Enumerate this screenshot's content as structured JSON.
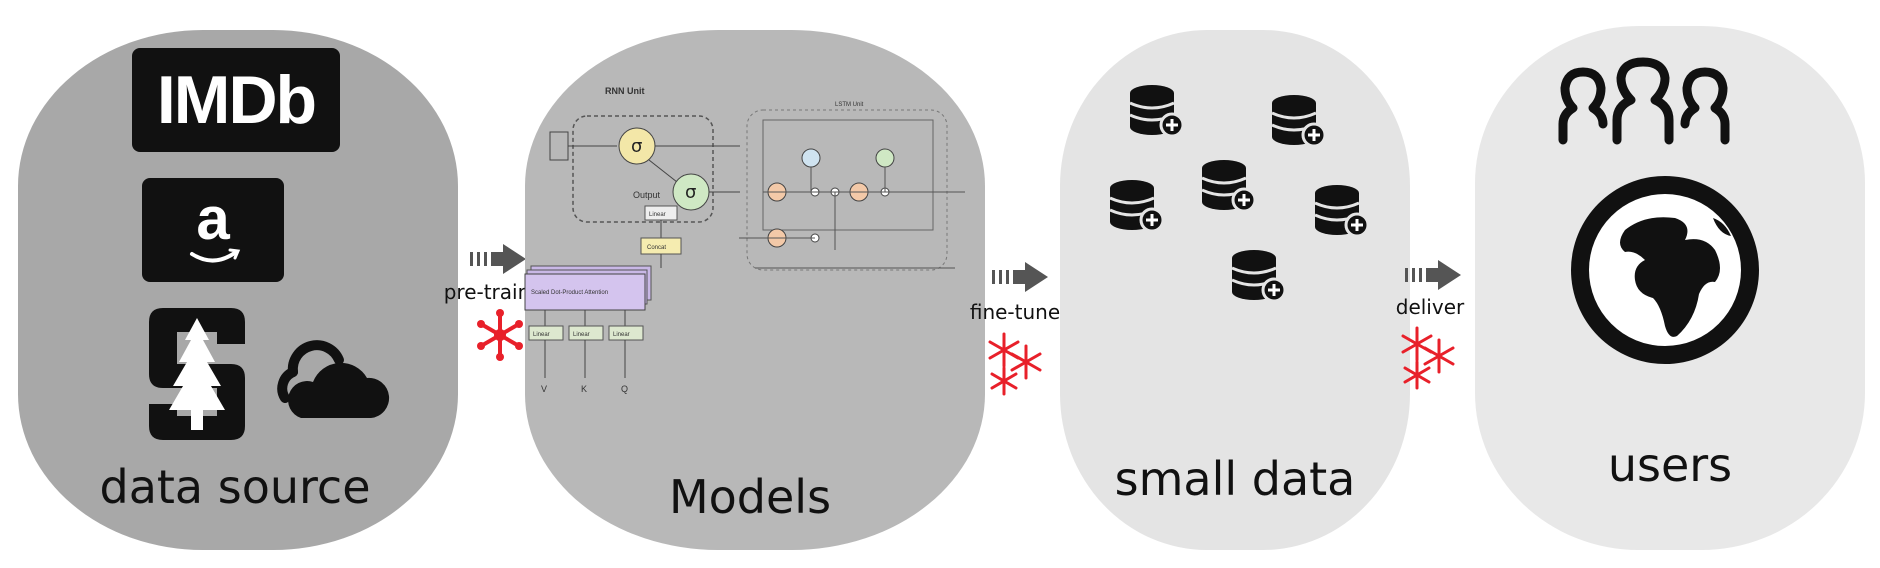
{
  "stages": [
    {
      "label": "data source",
      "logos": {
        "imdb": "IMDb",
        "amazon": "a"
      }
    },
    {
      "label": "Models",
      "rnn_title": "RNN Unit",
      "lstm_title": "LSTM Unit",
      "rnn_output": "Output",
      "sigma": "σ",
      "attention_label": "Scaled Dot-Product Attention",
      "concat": "Concat",
      "linear": "Linear",
      "inputs": [
        "V",
        "K",
        "Q"
      ]
    },
    {
      "label": "small data"
    },
    {
      "label": "users"
    }
  ],
  "arrows": [
    {
      "label": "pre-train"
    },
    {
      "label": "fine-tune"
    },
    {
      "label": "deliver"
    }
  ],
  "colors": {
    "snowflake": "#e8202a",
    "panel_dark": "#a8a8a8",
    "panel_light": "#e4e4e4",
    "icon": "#111111"
  },
  "icons": [
    "imdb-logo",
    "amazon-logo",
    "stanford-logo",
    "cloud-icon",
    "database-icon",
    "people-icon",
    "globe-icon",
    "arrow-icon",
    "snowflake-icon"
  ]
}
